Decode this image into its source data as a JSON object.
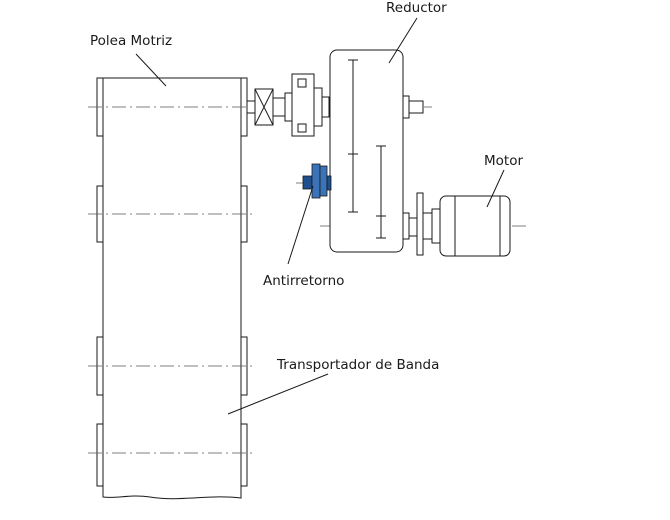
{
  "labels": {
    "drive_pulley": "Polea Motriz",
    "gearbox": "Reductor",
    "motor": "Motor",
    "backstop": "Antirretorno",
    "conveyor": "Transportador de Banda"
  },
  "colors": {
    "line": "#1a1a1a",
    "centerline": "#555555",
    "backstop_fill": "#3b73b9",
    "backstop_dark": "#1f4f8f",
    "background": "#ffffff"
  }
}
